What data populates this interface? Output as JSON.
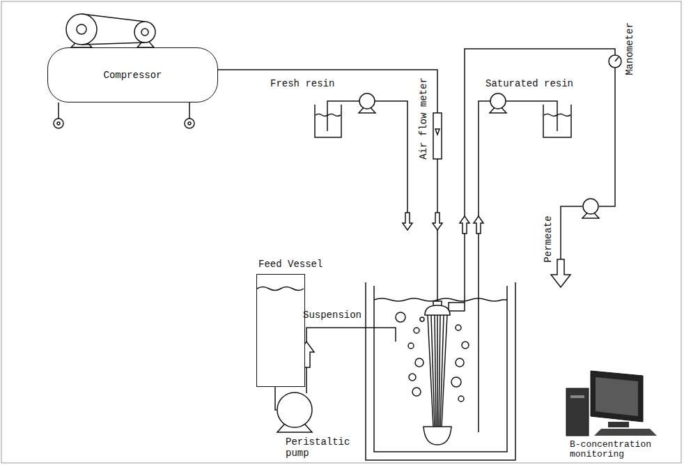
{
  "diagram": {
    "nodes": [
      {
        "text": [
          "Compressor"
        ]
      },
      {
        "text": [
          "Feed Vessel"
        ]
      },
      {
        "text": [
          "Peristaltic pump"
        ]
      },
      {
        "text": [
          "B-concentration monitoring"
        ]
      }
    ],
    "edges": [
      {
        "from": 1,
        "to": 2,
        "arrow": "none"
      }
    ],
    "labels": [
      "Fresh resin",
      "Air flow meter",
      "Saturated resin",
      "Manometer",
      "Suspension",
      "Permeate"
    ]
  }
}
